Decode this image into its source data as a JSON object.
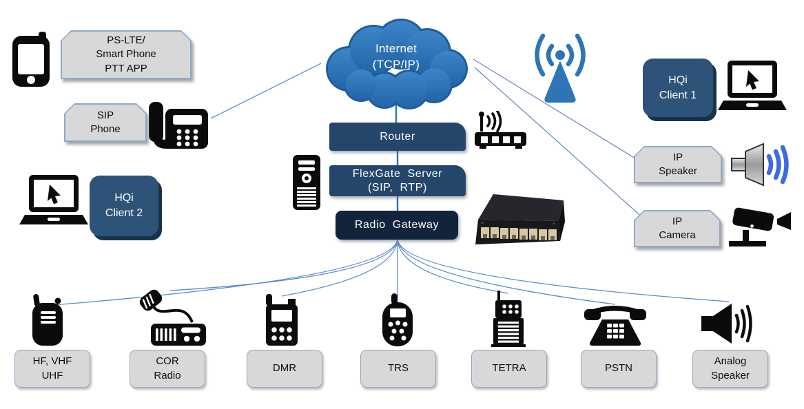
{
  "cloud": {
    "line1": "Internet",
    "line2": "(TCP/IP)"
  },
  "core": {
    "router": "Router",
    "flexgate_line1": "FlexGate Server",
    "flexgate_line2": "(SIP, RTP)",
    "radio_gateway": "Radio Gateway"
  },
  "left": {
    "ps_lte": {
      "line1": "PS-LTE/",
      "line2": "Smart Phone",
      "line3": "PTT APP"
    },
    "sip_phone": {
      "line1": "SIP",
      "line2": "Phone"
    },
    "hqi_client2": {
      "line1": "HQi",
      "line2": "Client 2"
    }
  },
  "right": {
    "hqi_client1": {
      "line1": "HQi",
      "line2": "Client 1"
    },
    "ip_speaker": {
      "line1": "IP",
      "line2": "Speaker"
    },
    "ip_camera": {
      "line1": "IP",
      "line2": "Camera"
    }
  },
  "bottom": {
    "items": [
      {
        "id": "hf-vhf-uhf",
        "line1": "HF, VHF",
        "line2": "UHF",
        "icon": "handheld-radio-icon"
      },
      {
        "id": "cor-radio",
        "line1": "COR",
        "line2": "Radio",
        "icon": "mobile-radio-mic-icon"
      },
      {
        "id": "dmr",
        "line1": "DMR",
        "icon": "dmr-radio-icon"
      },
      {
        "id": "trs",
        "line1": "TRS",
        "icon": "trs-radio-icon"
      },
      {
        "id": "tetra",
        "line1": "TETRA",
        "icon": "tetra-radio-icon"
      },
      {
        "id": "pstn",
        "line1": "PSTN",
        "icon": "telephone-icon"
      },
      {
        "id": "analog-speaker",
        "line1": "Analog",
        "line2": "Speaker",
        "icon": "loudspeaker-icon"
      }
    ]
  },
  "colors": {
    "cloud_fill_top": "#3C85C6",
    "cloud_fill_bottom": "#2265A8",
    "cloud_edge": "#1F5C9E",
    "navy_box": "#24466B",
    "gateway_box": "#12243C",
    "hqi_box": "#2D5378",
    "hqi_shadow": "#16334E",
    "gray_box": "#D8D8D8",
    "gray_border": "#8FA8C8",
    "connector_line": "#6C8EBF",
    "trunk_line": "#2E74B5",
    "icon_blue": "#2E75B6",
    "speaker_wave_blue": "#3D6BDD"
  }
}
